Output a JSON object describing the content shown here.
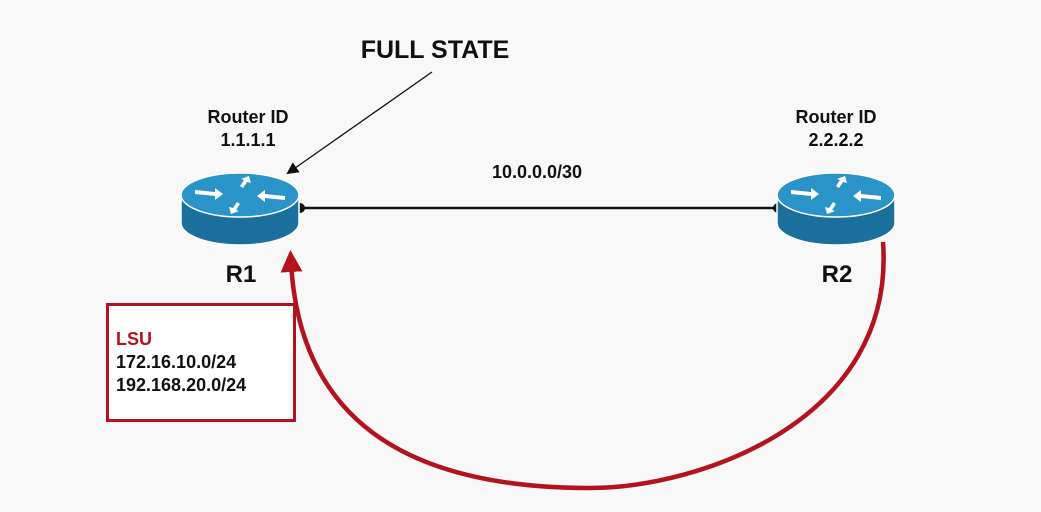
{
  "diagram": {
    "state_label": "FULL STATE",
    "link_subnet": "10.0.0.0/30",
    "routers": [
      {
        "name": "R1",
        "router_id_label": "Router ID",
        "router_id": "1.1.1.1"
      },
      {
        "name": "R2",
        "router_id_label": "Router ID",
        "router_id": "2.2.2.2"
      }
    ],
    "lsu": {
      "title": "LSU",
      "routes": [
        "172.16.10.0/24",
        "192.168.20.0/24"
      ]
    }
  },
  "colors": {
    "background": "#f8f8f8",
    "router_body": "#1a7fb0",
    "router_top": "#2a93c8",
    "router_outline": "#ffffff",
    "link_line": "#111111",
    "lsu_accent": "#b3121e",
    "text": "#111111"
  },
  "icons": [
    "router-icon",
    "router-icon"
  ]
}
